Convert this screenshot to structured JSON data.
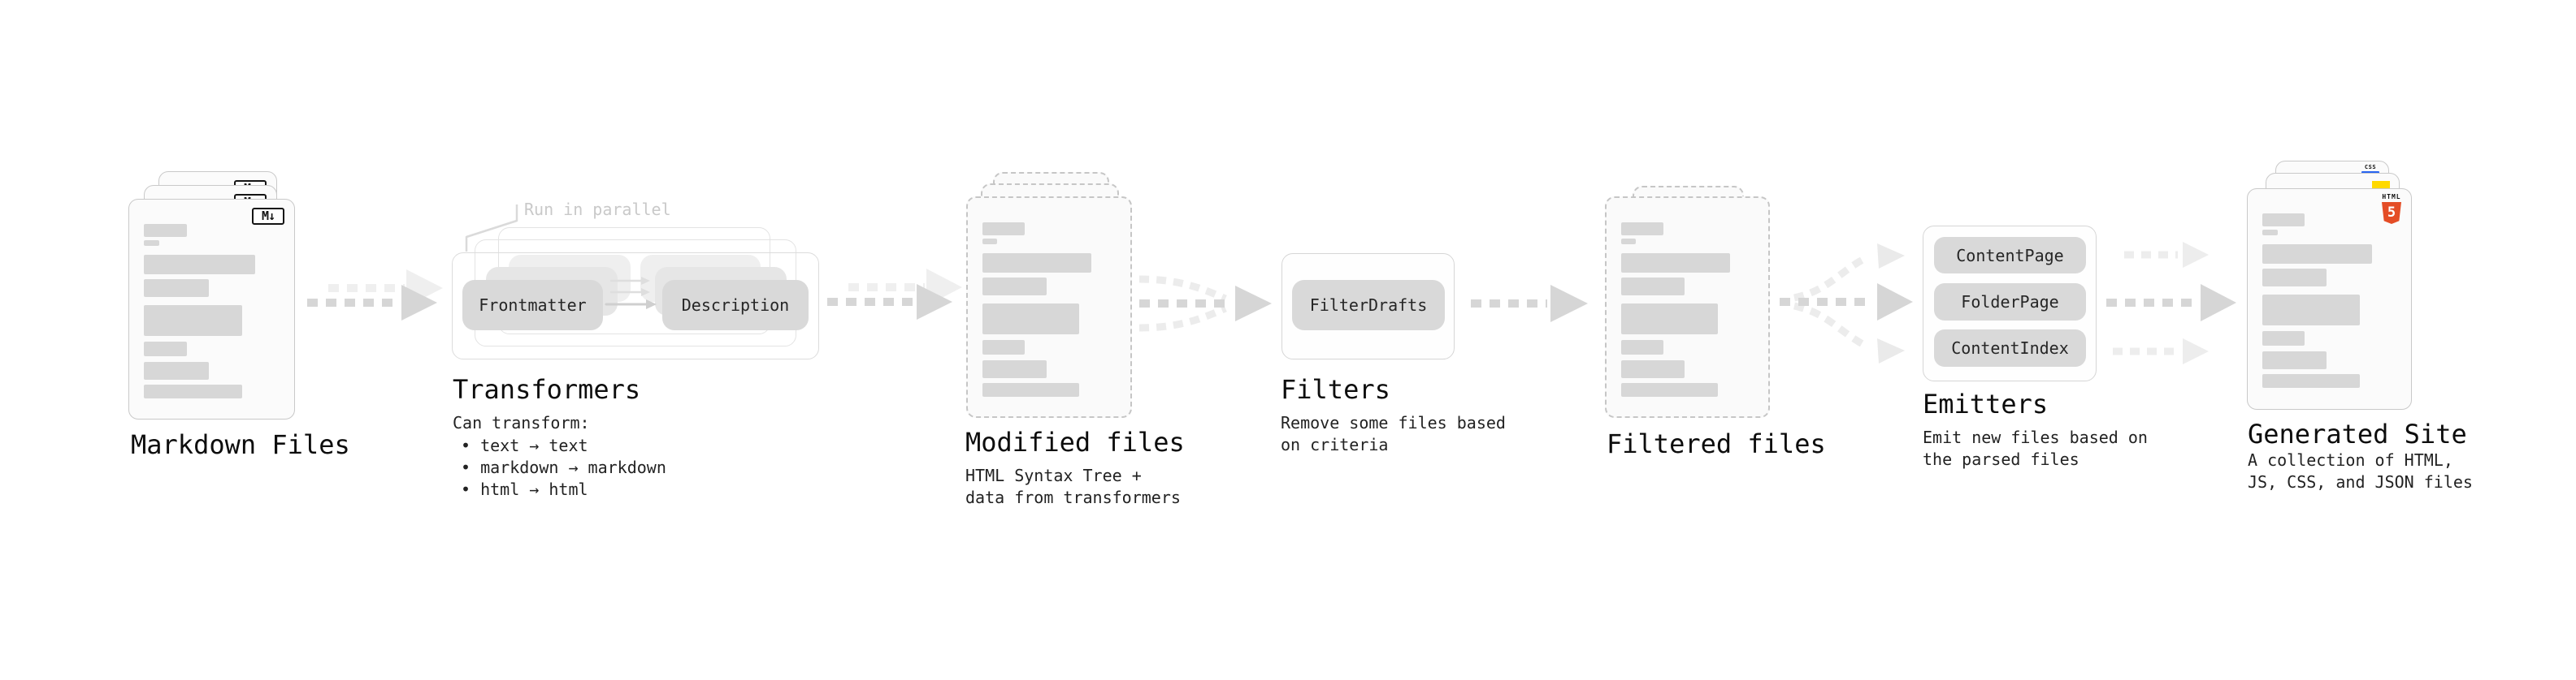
{
  "markdown": {
    "badge": "M↓",
    "title": "Markdown Files"
  },
  "transformers": {
    "annotation": "Run in parallel",
    "pill_left": "Frontmatter",
    "pill_right": "Description",
    "title": "Transformers",
    "caption": "Can transform:",
    "bullets": [
      "• text → text",
      "• markdown → markdown",
      "• html → html"
    ]
  },
  "modified": {
    "title": "Modified files",
    "caption_lines": [
      "HTML Syntax Tree +",
      "data from transformers"
    ]
  },
  "filters": {
    "pill": "FilterDrafts",
    "title": "Filters",
    "caption_lines": [
      "Remove some files based",
      "on criteria"
    ]
  },
  "filtered": {
    "title": "Filtered files"
  },
  "emitters": {
    "pills": [
      "ContentPage",
      "FolderPage",
      "ContentIndex"
    ],
    "title": "Emitters",
    "caption_lines": [
      "Emit new files based on",
      "the parsed files"
    ]
  },
  "generated": {
    "badge_css": "CSS",
    "badge_html_label": "HTML",
    "badge_html_number": "5",
    "title": "Generated Site",
    "caption_lines": [
      "A collection of HTML,",
      "JS, CSS, and JSON files"
    ]
  },
  "doc_bars": [
    [
      31,
      16,
      4
    ],
    [
      11,
      7,
      11
    ],
    [
      80,
      24,
      6
    ],
    [
      47,
      22,
      10
    ],
    [
      71,
      38,
      7
    ],
    [
      31,
      18,
      7
    ],
    [
      47,
      22,
      6
    ],
    [
      71,
      17,
      0
    ]
  ],
  "colors": {
    "arrow_dark": "#d6d6d6",
    "arrow_light": "#ededed",
    "pill_gray": "#d9d9d9",
    "bar_gray": "#d7d7d7",
    "css_blue": "#2965f1",
    "js_yellow": "#ffd900",
    "html_orange": "#e44d26"
  }
}
